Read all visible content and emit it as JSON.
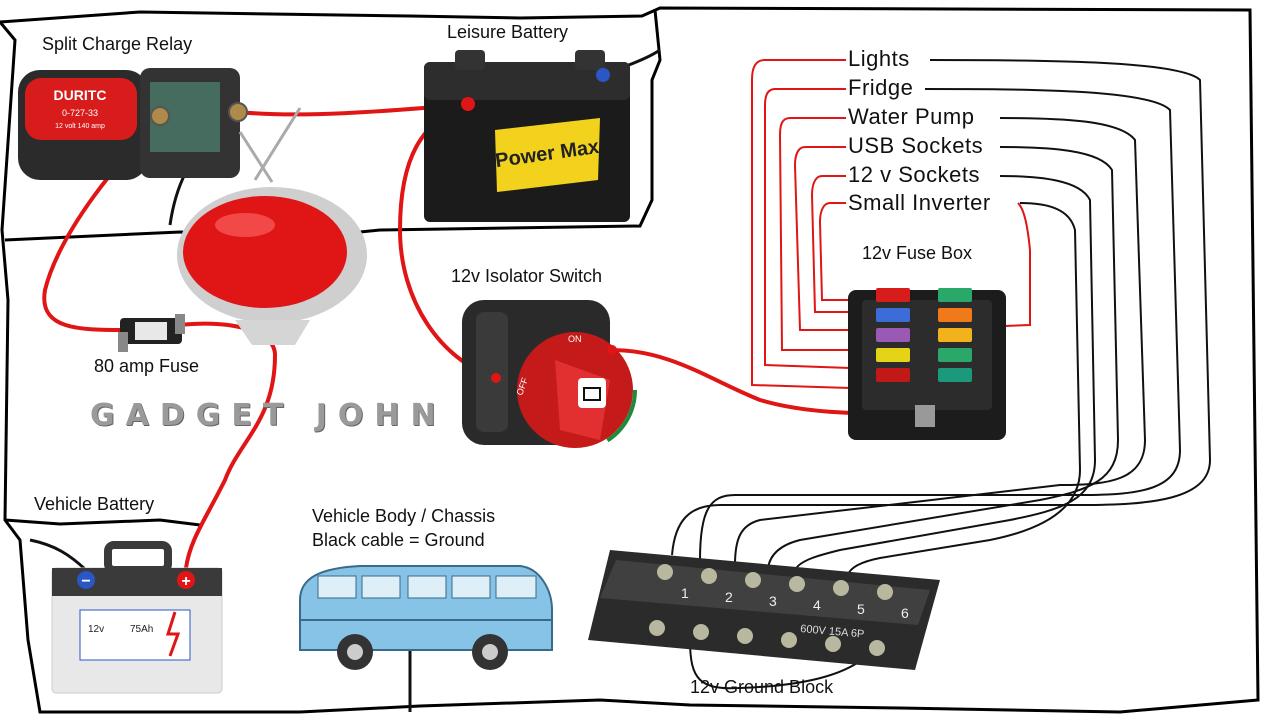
{
  "labels": {
    "split_charge_relay": "Split Charge Relay",
    "leisure_battery": "Leisure Battery",
    "isolator_switch": "12v Isolator Switch",
    "fuse_80": "80 amp Fuse",
    "vehicle_battery": "Vehicle Battery",
    "vehicle_body_line1": "Vehicle Body / Chassis",
    "vehicle_body_line2": "Black cable = Ground",
    "fuse_box": "12v Fuse Box",
    "ground_block": "12v Ground Block",
    "watermark": "GADGET JOHN"
  },
  "circuits": [
    "Lights",
    "Fridge",
    "Water Pump",
    "USB Sockets",
    "12 v Sockets",
    "Small Inverter"
  ],
  "relay_text": {
    "brand": "DURITC",
    "model": "0-727-33",
    "rating": "12 volt 140 amp"
  },
  "leisure_battery_text": {
    "brand": "Power Max"
  },
  "vehicle_battery_text": {
    "voltage": "12v",
    "capacity": "75Ah",
    "neg": "−",
    "pos": "+"
  },
  "isolator_text": {
    "on": "ON",
    "off": "OFF"
  },
  "ground_block_text": {
    "terminals": [
      "1",
      "2",
      "3",
      "4",
      "5",
      "6"
    ],
    "rating": "600V 15A 6P"
  },
  "colors": {
    "positive_wire": "#e01515",
    "negative_wire": "#111111",
    "relay_body": "#2b2b2b",
    "relay_cap": "#d81c1c",
    "battery_label": "#f2d21c",
    "van_body": "#86c3e6",
    "fuse_colors": [
      "#d81c1c",
      "#2aa86a",
      "#3b6cd8",
      "#f07a1a",
      "#9b59b6",
      "#f2b21c",
      "#e5d415",
      "#2aa86a",
      "#c21818",
      "#1a9a7a"
    ]
  }
}
